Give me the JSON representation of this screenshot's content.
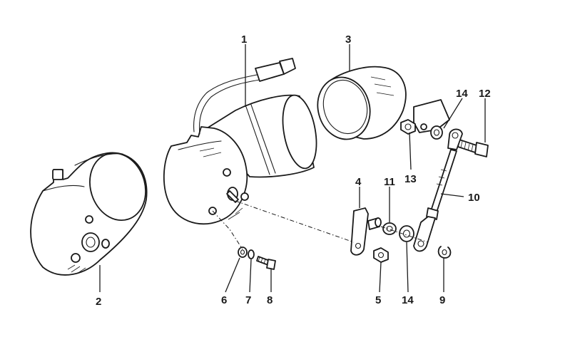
{
  "diagram": {
    "callouts": [
      {
        "id": "c1",
        "label": "1"
      },
      {
        "id": "c2",
        "label": "2"
      },
      {
        "id": "c3",
        "label": "3"
      },
      {
        "id": "c4",
        "label": "4"
      },
      {
        "id": "c5",
        "label": "5"
      },
      {
        "id": "c6",
        "label": "6"
      },
      {
        "id": "c7",
        "label": "7"
      },
      {
        "id": "c8",
        "label": "8"
      },
      {
        "id": "c9",
        "label": "9"
      },
      {
        "id": "c10",
        "label": "10"
      },
      {
        "id": "c11",
        "label": "11"
      },
      {
        "id": "c12",
        "label": "12"
      },
      {
        "id": "c13",
        "label": "13"
      },
      {
        "id": "c14a",
        "label": "14"
      },
      {
        "id": "c14b",
        "label": "14"
      }
    ],
    "colors": {
      "ink": "#1a1a1a",
      "paper": "#ffffff"
    }
  }
}
